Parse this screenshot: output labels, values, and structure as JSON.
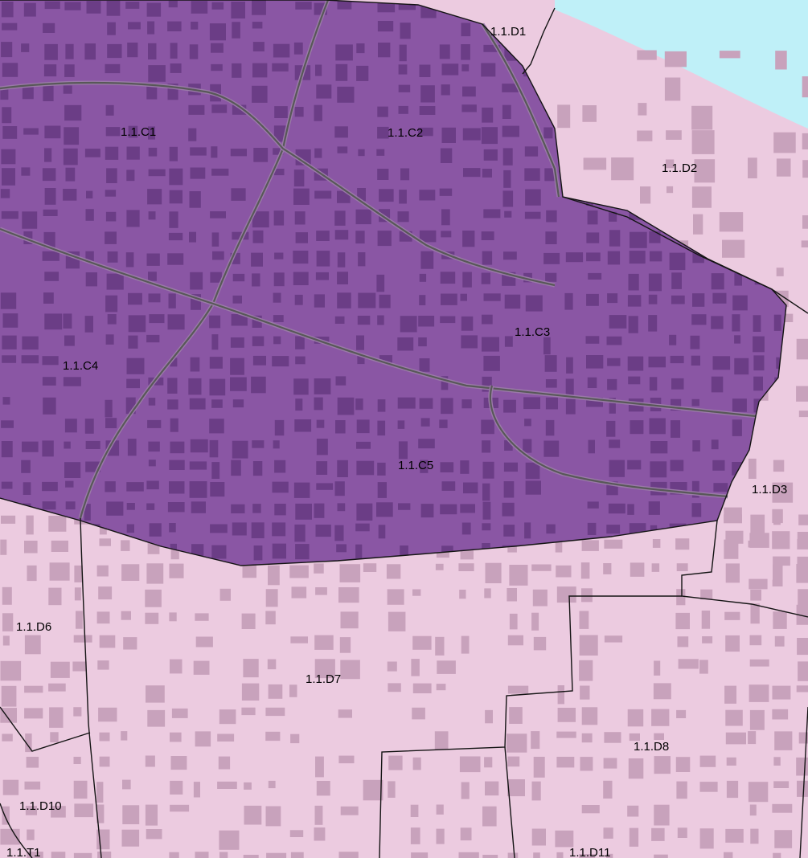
{
  "colors": {
    "water": "#bff0f8",
    "pink_zone": "#eccbe0",
    "pink_building": "#c8a2bc",
    "purple_zone": "#8a56a4",
    "purple_building": "#6b3d86",
    "boundary": "#141414"
  },
  "zones": {
    "c1": "1.1.C1",
    "c2": "1.1.C2",
    "c3": "1.1.C3",
    "c4": "1.1.C4",
    "c5": "1.1.C5",
    "d1": "1.1.D1",
    "d2": "1.1.D2",
    "d3": "1.1.D3",
    "d6": "1.1.D6",
    "d7": "1.1.D7",
    "d8": "1.1.D8",
    "d10": "1.1.D10",
    "d11": "1.1.D11",
    "t1": "1.1.T1"
  }
}
